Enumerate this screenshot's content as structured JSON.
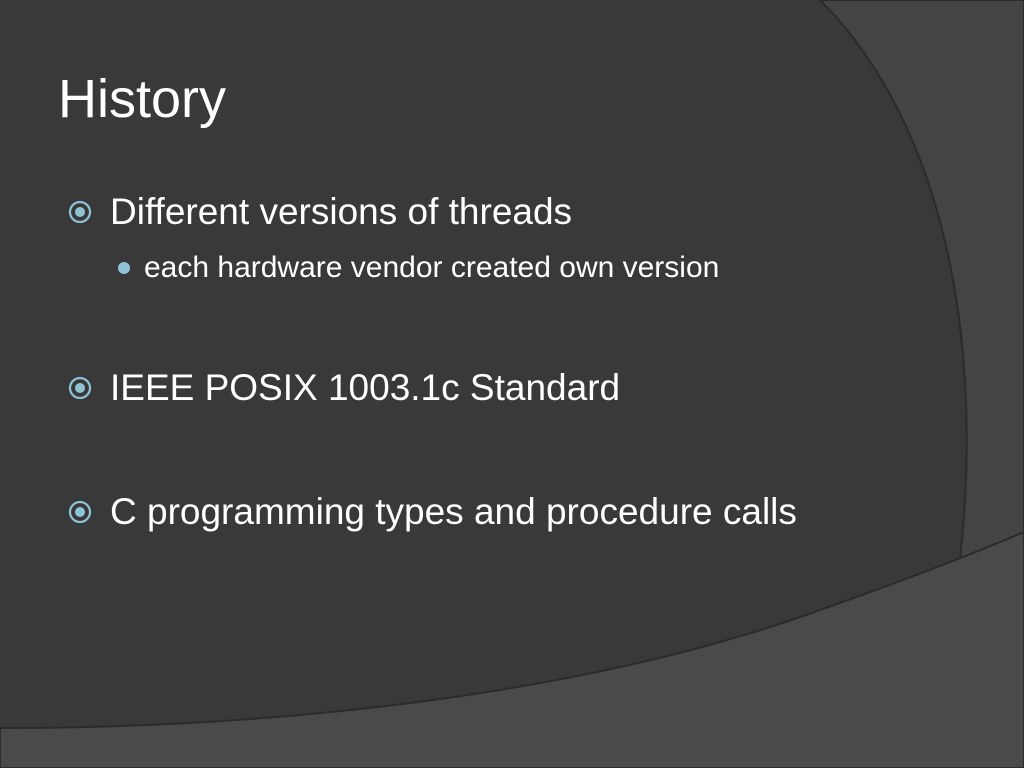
{
  "slide": {
    "title": "History",
    "bullets": [
      {
        "text": "Different versions of threads",
        "icon": "circled-dot-bullet-icon",
        "sub": [
          {
            "text": "each hardware vendor created own version",
            "icon": "dot-bullet-icon"
          }
        ]
      },
      {
        "text": "IEEE POSIX 1003.1c Standard",
        "icon": "circled-dot-bullet-icon"
      },
      {
        "text": "C programming types and procedure calls",
        "icon": "circled-dot-bullet-icon"
      }
    ]
  },
  "colors": {
    "background": "#393939",
    "accent_shape": "#444444",
    "shape_edge": "#2b2b2b",
    "bullet": "#8fc3d6",
    "text": "#ffffff"
  }
}
